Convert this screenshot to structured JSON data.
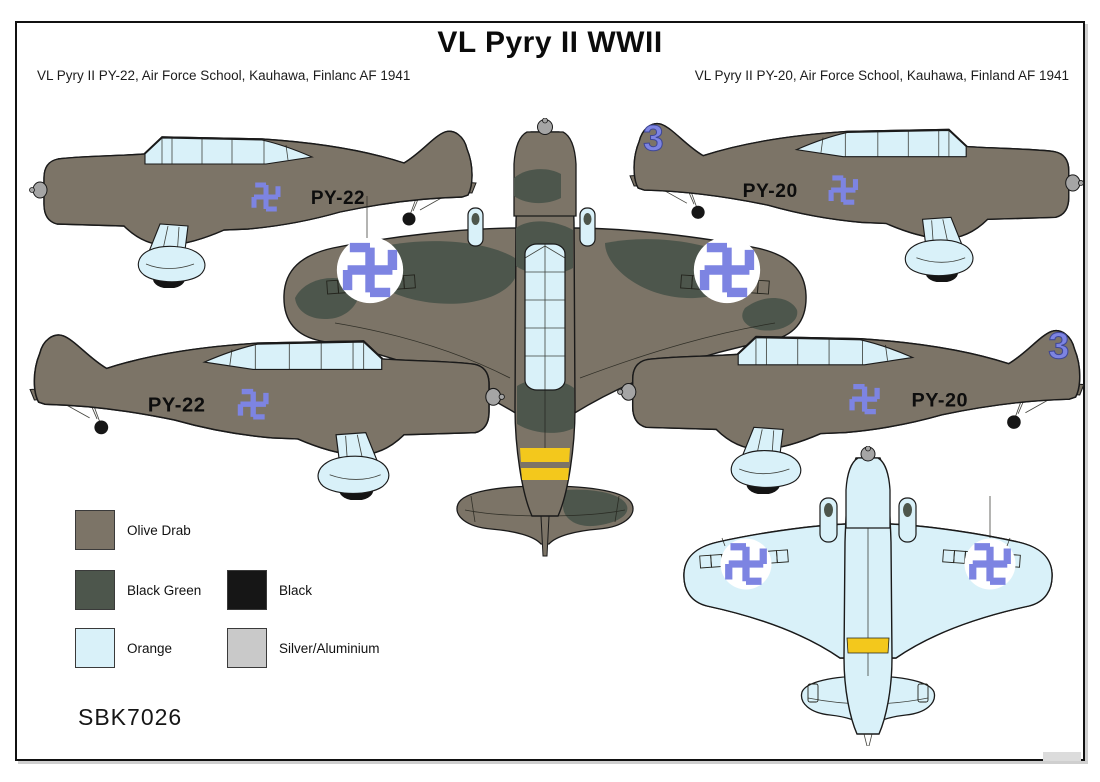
{
  "sheet": {
    "title": "VL Pyry II WWII",
    "product_code": "SBK7026",
    "captions": {
      "py22": "VL Pyry II PY-22, Air Force School, Kauhawa, Finlanc AF 1941",
      "py20": "VL Pyry II PY-20, Air Force School, Kauhawa, Finland AF 1941"
    },
    "aircraft": {
      "py22": {
        "registration": "PY-22"
      },
      "py20": {
        "registration": "PY-20",
        "tail_number": "3"
      }
    },
    "legend": {
      "items": [
        {
          "label": "Olive Drab",
          "color": "#7c7467"
        },
        {
          "label": "Black Green",
          "color": "#4d564c"
        },
        {
          "label": "Black",
          "color": "#161616"
        },
        {
          "label": "Orange",
          "color": "#d9f1f9"
        },
        {
          "label": "Silver/Aluminium",
          "color": "#c9c9c9"
        }
      ]
    },
    "insignia_colors": {
      "hakaristi_blue": "#7d84e2",
      "roundel_white": "#ffffff",
      "band_yellow": "#f3c81c"
    }
  }
}
